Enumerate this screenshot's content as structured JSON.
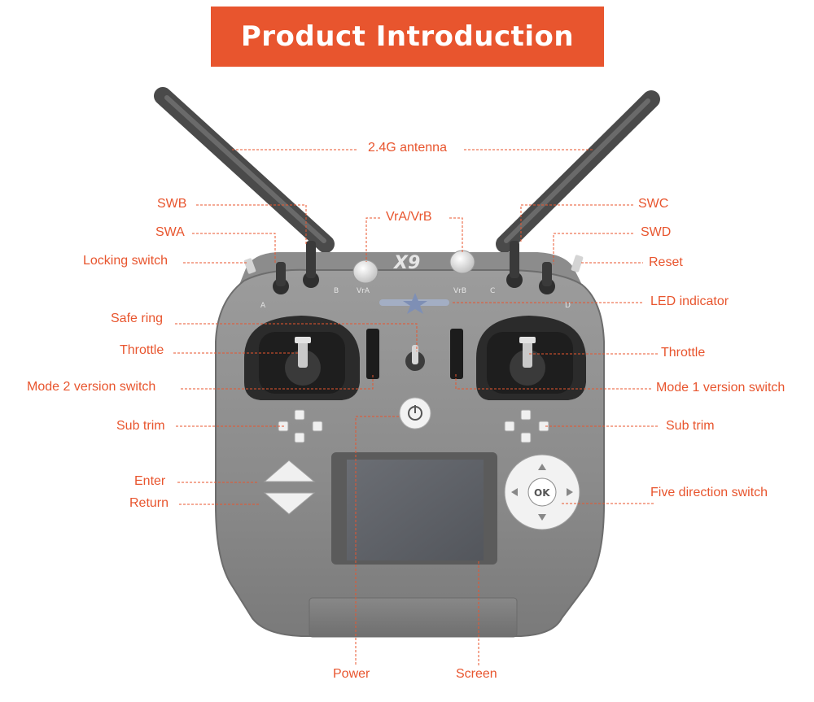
{
  "banner": {
    "title": "Product Introduction",
    "color": "#e8552e"
  },
  "device": {
    "logo": "X9",
    "switch_marks": {
      "a": "A",
      "b": "B",
      "c": "C",
      "d": "D"
    },
    "knob_marks": {
      "vra": "VrA",
      "vrb": "VrB"
    },
    "ok_label": "OK",
    "body_color": "#8f8f8f",
    "screen_color": "#5e6066"
  },
  "labels": {
    "antenna": "2.4G antenna",
    "swb": "SWB",
    "swa": "SWA",
    "locking_switch": "Locking switch",
    "vra_vrb": "VrA/VrB",
    "swc": "SWC",
    "swd": "SWD",
    "reset": "Reset",
    "led_indicator": "LED indicator",
    "safe_ring": "Safe ring",
    "throttle_left": "Throttle",
    "throttle_right": "Throttle",
    "mode2_switch": "Mode 2 version switch",
    "mode1_switch": "Mode 1 version switch",
    "sub_trim_left": "Sub trim",
    "sub_trim_right": "Sub trim",
    "enter": "Enter",
    "return": "Return",
    "five_direction": "Five direction switch",
    "power": "Power",
    "screen": "Screen"
  }
}
